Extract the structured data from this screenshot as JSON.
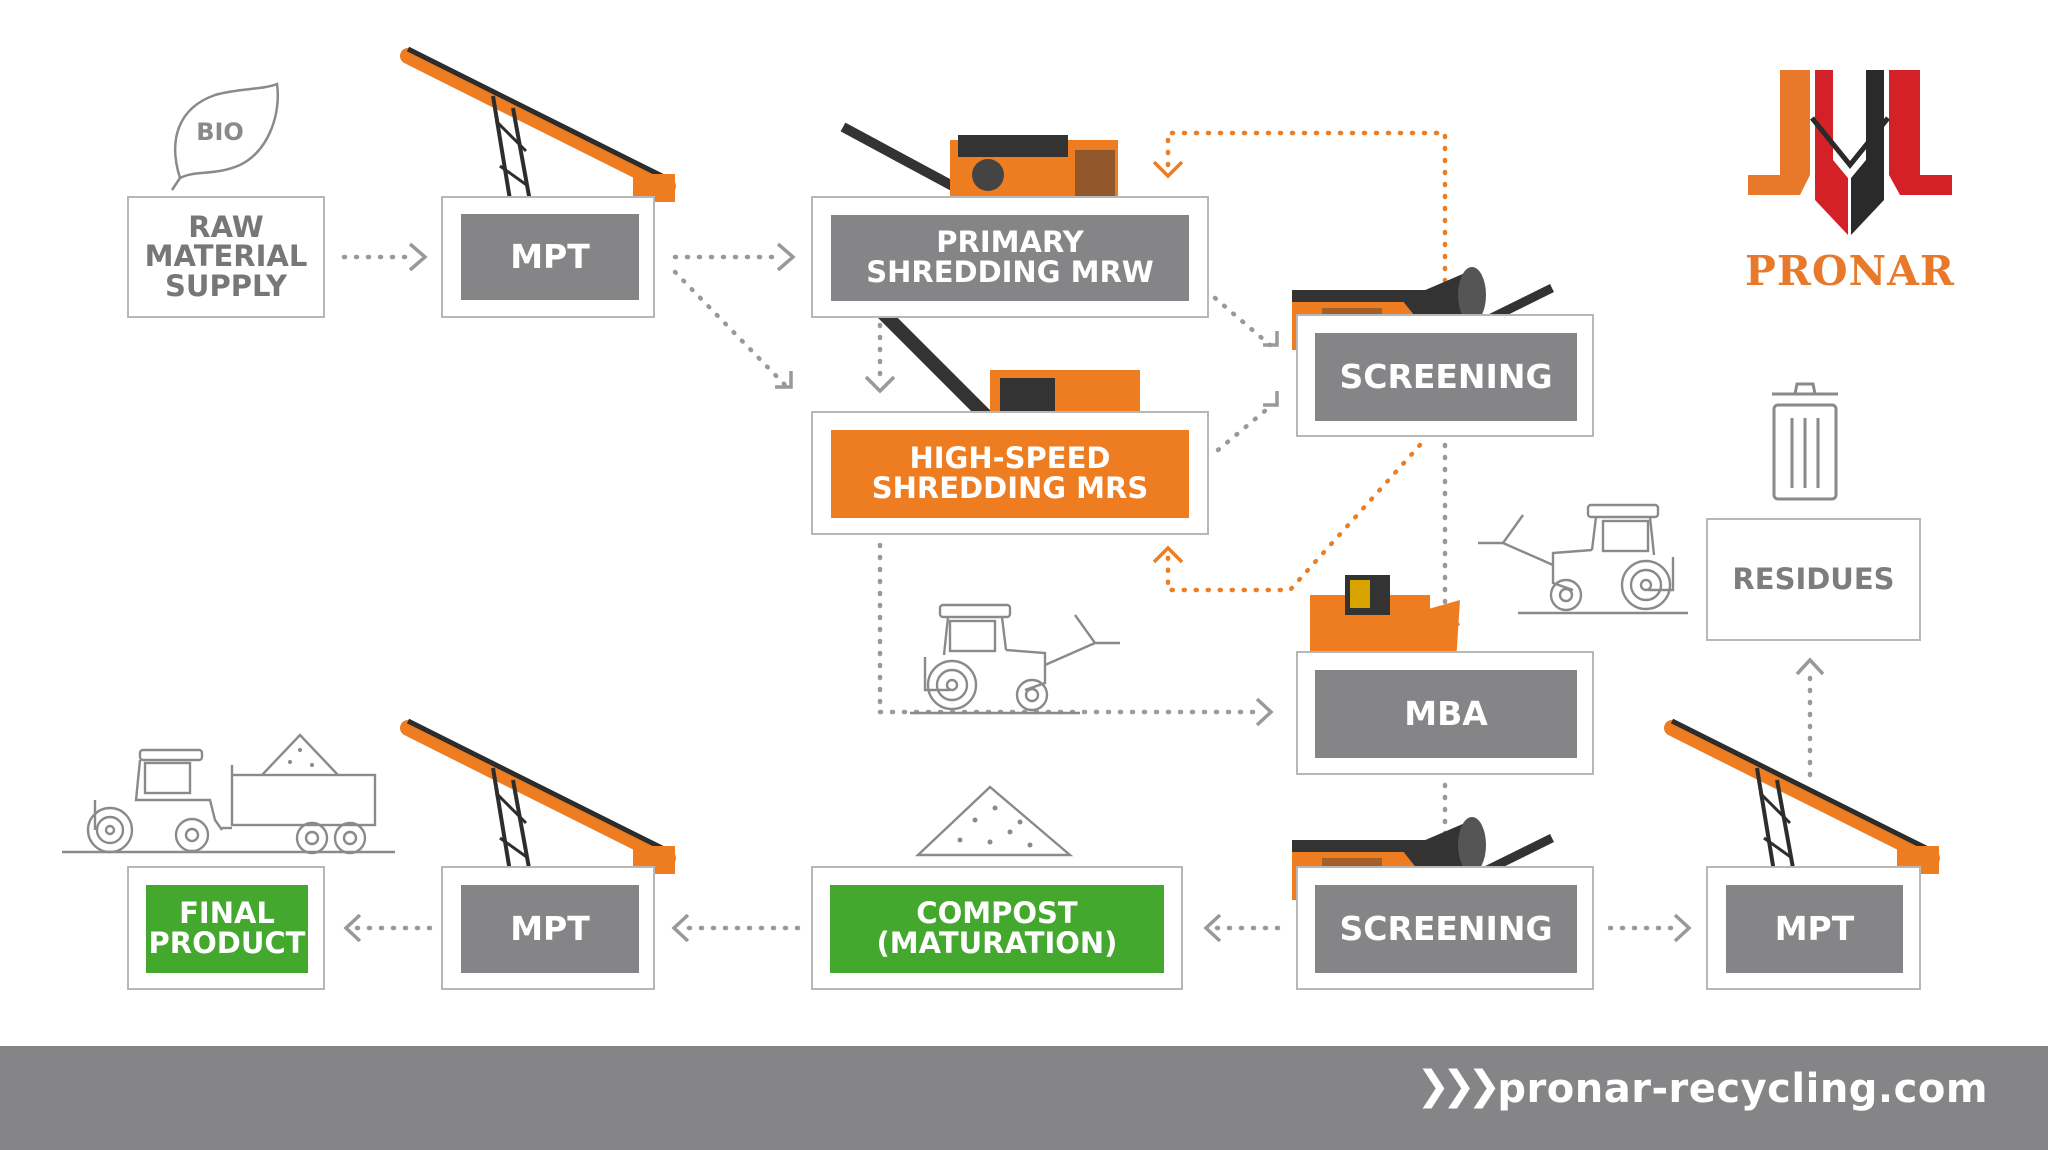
{
  "nodes": {
    "raw_material": {
      "label": "RAW\nMATERIAL\nSUPPLY"
    },
    "mpt_top": {
      "label": "MPT"
    },
    "primary_shredding": {
      "label": "PRIMARY\nSHREDDING MRW"
    },
    "high_speed_shredding": {
      "label": "HIGH-SPEED\nSHREDDING MRS"
    },
    "screening_top": {
      "label": "SCREENING"
    },
    "mba": {
      "label": "MBA"
    },
    "residues": {
      "label": "RESIDUES"
    },
    "screening_bottom": {
      "label": "SCREENING"
    },
    "compost": {
      "label": "COMPOST\n(MATURATION)"
    },
    "mpt_bottom_left": {
      "label": "MPT"
    },
    "mpt_bottom_right": {
      "label": "MPT"
    },
    "final_product": {
      "label": "FINAL\nPRODUCT"
    }
  },
  "bio_leaf": {
    "label": "BIO"
  },
  "logo": {
    "name": "PRONAR"
  },
  "footer": {
    "url": "pronar-recycling.com"
  },
  "colors": {
    "gray": "#858587",
    "orange": "#ee7d22",
    "green": "#44a82f",
    "logo_red": "#d42027",
    "logo_orange": "#e8782a"
  },
  "icons": [
    "leaf-icon",
    "conveyor-icon",
    "shredder-icon",
    "trommel-screen-icon",
    "compost-turner-icon",
    "tractor-loader-icon",
    "tractor-trailer-icon",
    "trash-bin-icon",
    "material-pile-icon",
    "chevron-right-icon"
  ]
}
